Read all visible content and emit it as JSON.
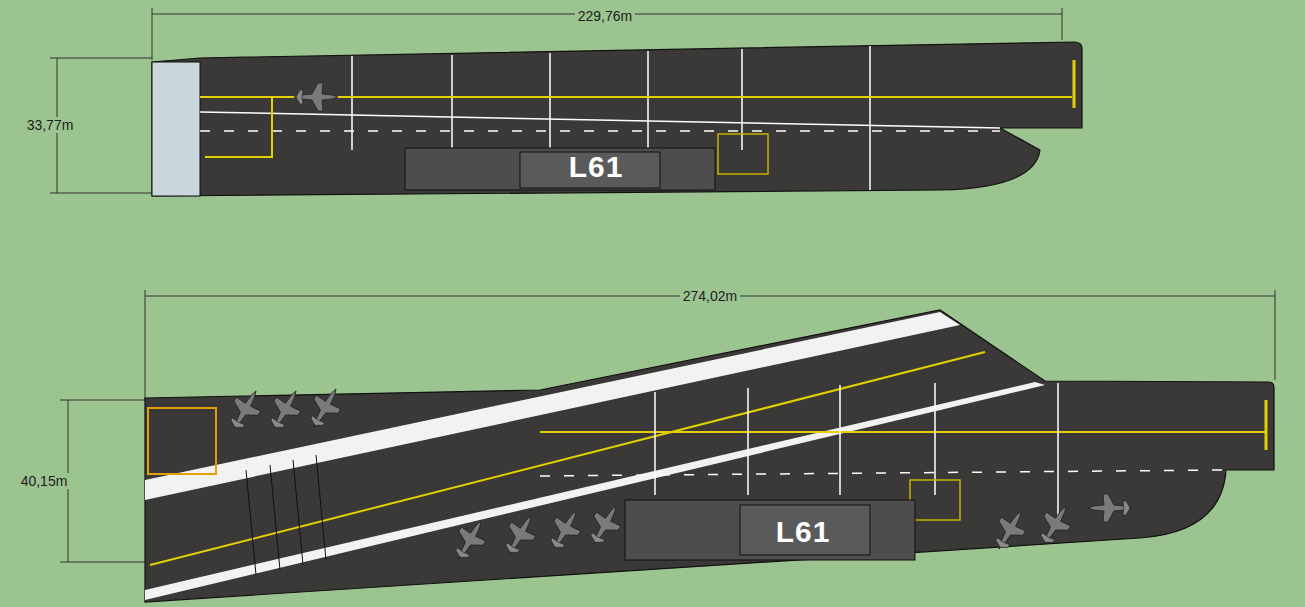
{
  "diagram": {
    "labels": [
      "229,76m",
      "33,77m",
      "L61",
      "274,02m",
      "40,15m",
      "L61"
    ]
  }
}
